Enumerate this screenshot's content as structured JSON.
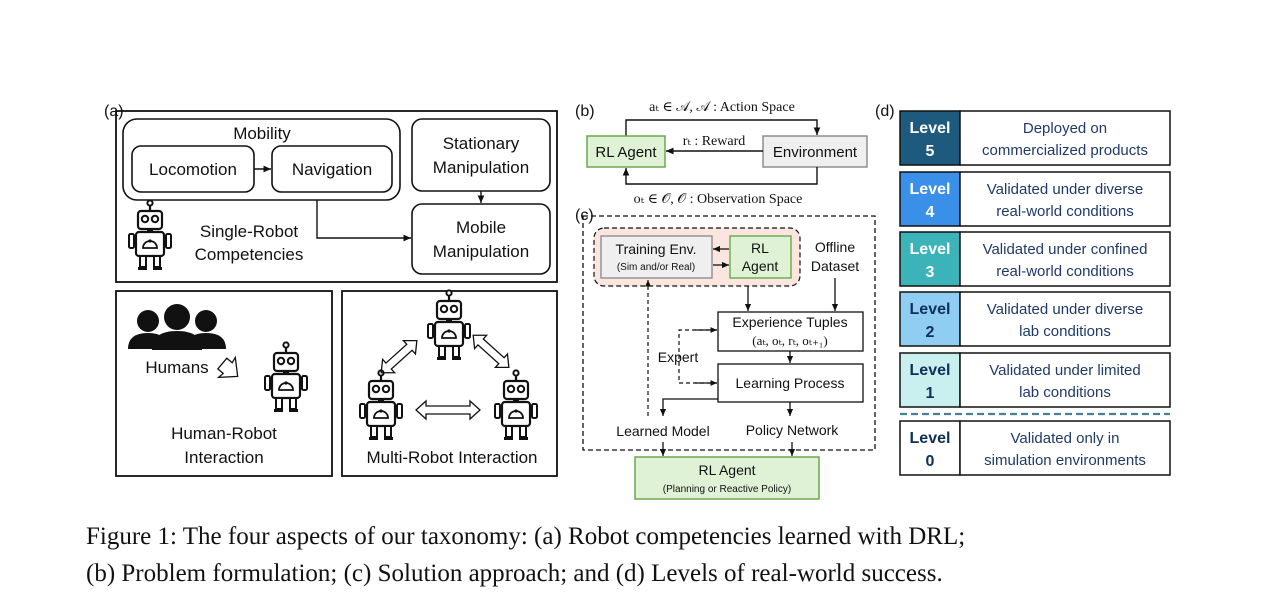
{
  "panel_a": {
    "tag": "(a)",
    "mobility": "Mobility",
    "locomotion": "Locomotion",
    "navigation": "Navigation",
    "stationary_1": "Stationary",
    "stationary_2": "Manipulation",
    "mobile_1": "Mobile",
    "mobile_2": "Manipulation",
    "single_1": "Single-Robot",
    "single_2": "Competencies",
    "humans": "Humans",
    "hri_1": "Human-Robot",
    "hri_2": "Interaction",
    "multi": "Multi-Robot Interaction"
  },
  "panel_b": {
    "tag": "(b)",
    "action": "aₜ ∈ 𝒜,  𝒜 : Action Space",
    "reward": "rₜ : Reward",
    "observation": "oₜ ∈ 𝒪,  𝒪 : Observation Space",
    "rl_agent": "RL Agent",
    "environment": "Environment"
  },
  "panel_c": {
    "tag": "(c)",
    "training_1": "Training Env.",
    "training_2": "(Sim and/or Real)",
    "rl_1": "RL",
    "rl_2": "Agent",
    "offline_1": "Offline",
    "offline_2": "Dataset",
    "tuples_1": "Experience Tuples",
    "tuples_2": "(aₜ, oₜ, rₜ, oₜ₊₁)",
    "expert": "Expert",
    "learning": "Learning Process",
    "learned_model": "Learned Model",
    "policy_network": "Policy Network",
    "final_1": "RL Agent",
    "final_2": "(Planning or Reactive Policy)"
  },
  "panel_d": {
    "tag": "(d)",
    "levels": [
      {
        "label": "Level",
        "num": "5",
        "line1": "Deployed on",
        "line2": "commercialized products",
        "color": "#1d5a7d",
        "text_color": "#ffffff"
      },
      {
        "label": "Level",
        "num": "4",
        "line1": "Validated under diverse",
        "line2": "real-world conditions",
        "color": "#3a8fe8",
        "text_color": "#ffffff"
      },
      {
        "label": "Level",
        "num": "3",
        "line1": "Validated under confined",
        "line2": "real-world conditions",
        "color": "#3bb3b8",
        "text_color": "#ffffff"
      },
      {
        "label": "Level",
        "num": "2",
        "line1": "Validated under diverse",
        "line2": "lab conditions",
        "color": "#8fcdf2",
        "text_color": "#0f2f5a"
      },
      {
        "label": "Level",
        "num": "1",
        "line1": "Validated under limited",
        "line2": "lab conditions",
        "color": "#c9f0ef",
        "text_color": "#0f2f5a"
      },
      {
        "label": "Level",
        "num": "0",
        "line1": "Validated only in",
        "line2": "simulation environments",
        "color": "#ffffff",
        "text_color": "#0f2f5a"
      }
    ]
  },
  "caption": {
    "line1": "Figure 1:  The four aspects of our taxonomy:  (a) Robot competencies learned with DRL;",
    "line2": "(b) Problem formulation; (c) Solution approach; and (d) Levels of real-world success."
  },
  "colors": {
    "green_fill": "#dff2d6",
    "green_stroke": "#6aa84f",
    "env_fill": "#efefef",
    "pink_fill": "#fbe5df",
    "desc_text": "#1f3a68",
    "divider": "#4a7f9a"
  }
}
